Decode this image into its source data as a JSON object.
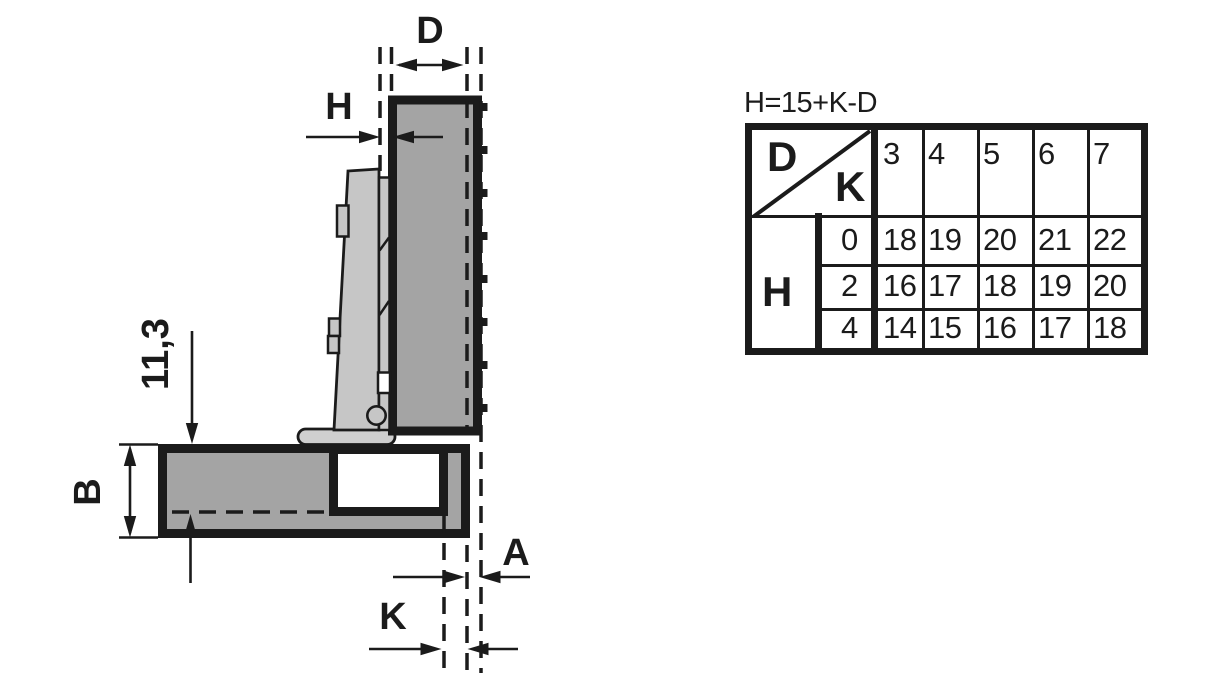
{
  "drawing": {
    "labels": {
      "drilling_distance_d": "D",
      "gap_h": "H",
      "panel_thickness_b": "B",
      "drilling_depth": "11,3",
      "reveal_a": "A",
      "cup_distance_k": "K"
    }
  },
  "table": {
    "formula": "H=15+K-D",
    "corner_d": "D",
    "corner_k": "K",
    "row_header": "H",
    "d_values": [
      3,
      4,
      5,
      6,
      7
    ],
    "rows": [
      {
        "k": 0,
        "values": [
          18,
          19,
          20,
          21,
          22
        ]
      },
      {
        "k": 2,
        "values": [
          16,
          17,
          18,
          19,
          20
        ]
      },
      {
        "k": 4,
        "values": [
          14,
          15,
          16,
          17,
          18
        ]
      }
    ]
  },
  "colors": {
    "outline": "#1b1b1b",
    "panel_gray": "#a4a4a4",
    "hinge_gray": "#c6c6c6",
    "flange_gray": "#cfcfcf"
  }
}
